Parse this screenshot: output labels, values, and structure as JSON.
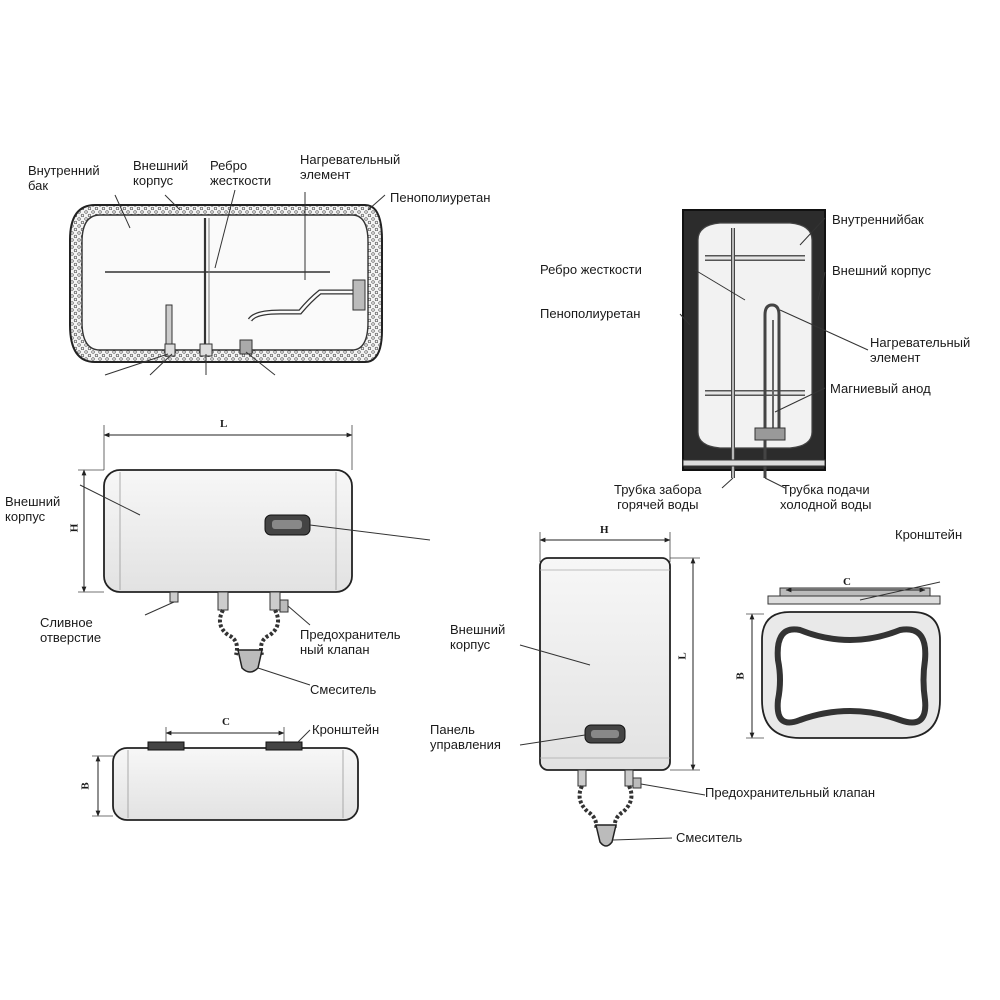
{
  "horizontal_section": {
    "inner_tank": "Внутренний\nбак",
    "outer_casing": "Внешний\nкорпус",
    "stiffening_rib": "Ребро\nжесткости",
    "heating_element": "Нагревательный\nэлемент",
    "polyurethane_foam": "Пенополиуретан"
  },
  "vertical_section": {
    "inner_tank": "Внутреннийбак",
    "stiffening_rib": "Ребро жесткости",
    "outer_casing": "Внешний корпус",
    "polyurethane_foam": "Пенополиуретан",
    "heating_element": "Нагревательный\nэлемент",
    "magnesium_anode": "Магниевый анод",
    "hot_water_pipe": "Трубка забора\nгорячей воды",
    "cold_water_pipe": "Трубка подачи\nхолодной воды"
  },
  "horizontal_front": {
    "outer_casing": "Внешний\nкорпус",
    "drain_hole": "Сливное\nотверстие",
    "safety_valve": "Предохранитель\nный клапан",
    "mixer": "Смеситель",
    "dim_length": "L",
    "dim_height": "H"
  },
  "horizontal_top": {
    "bracket": "Кронштейн",
    "dim_c": "C",
    "dim_b": "B"
  },
  "vertical_front": {
    "outer_casing": "Внешний\nкорпус",
    "control_panel": "Панель\nуправления",
    "safety_valve": "Предохранительный клапан",
    "mixer": "Смеситель",
    "dim_width": "H",
    "dim_length": "L"
  },
  "vertical_top": {
    "bracket": "Кронштейн",
    "dim_c": "C",
    "dim_b": "B"
  }
}
